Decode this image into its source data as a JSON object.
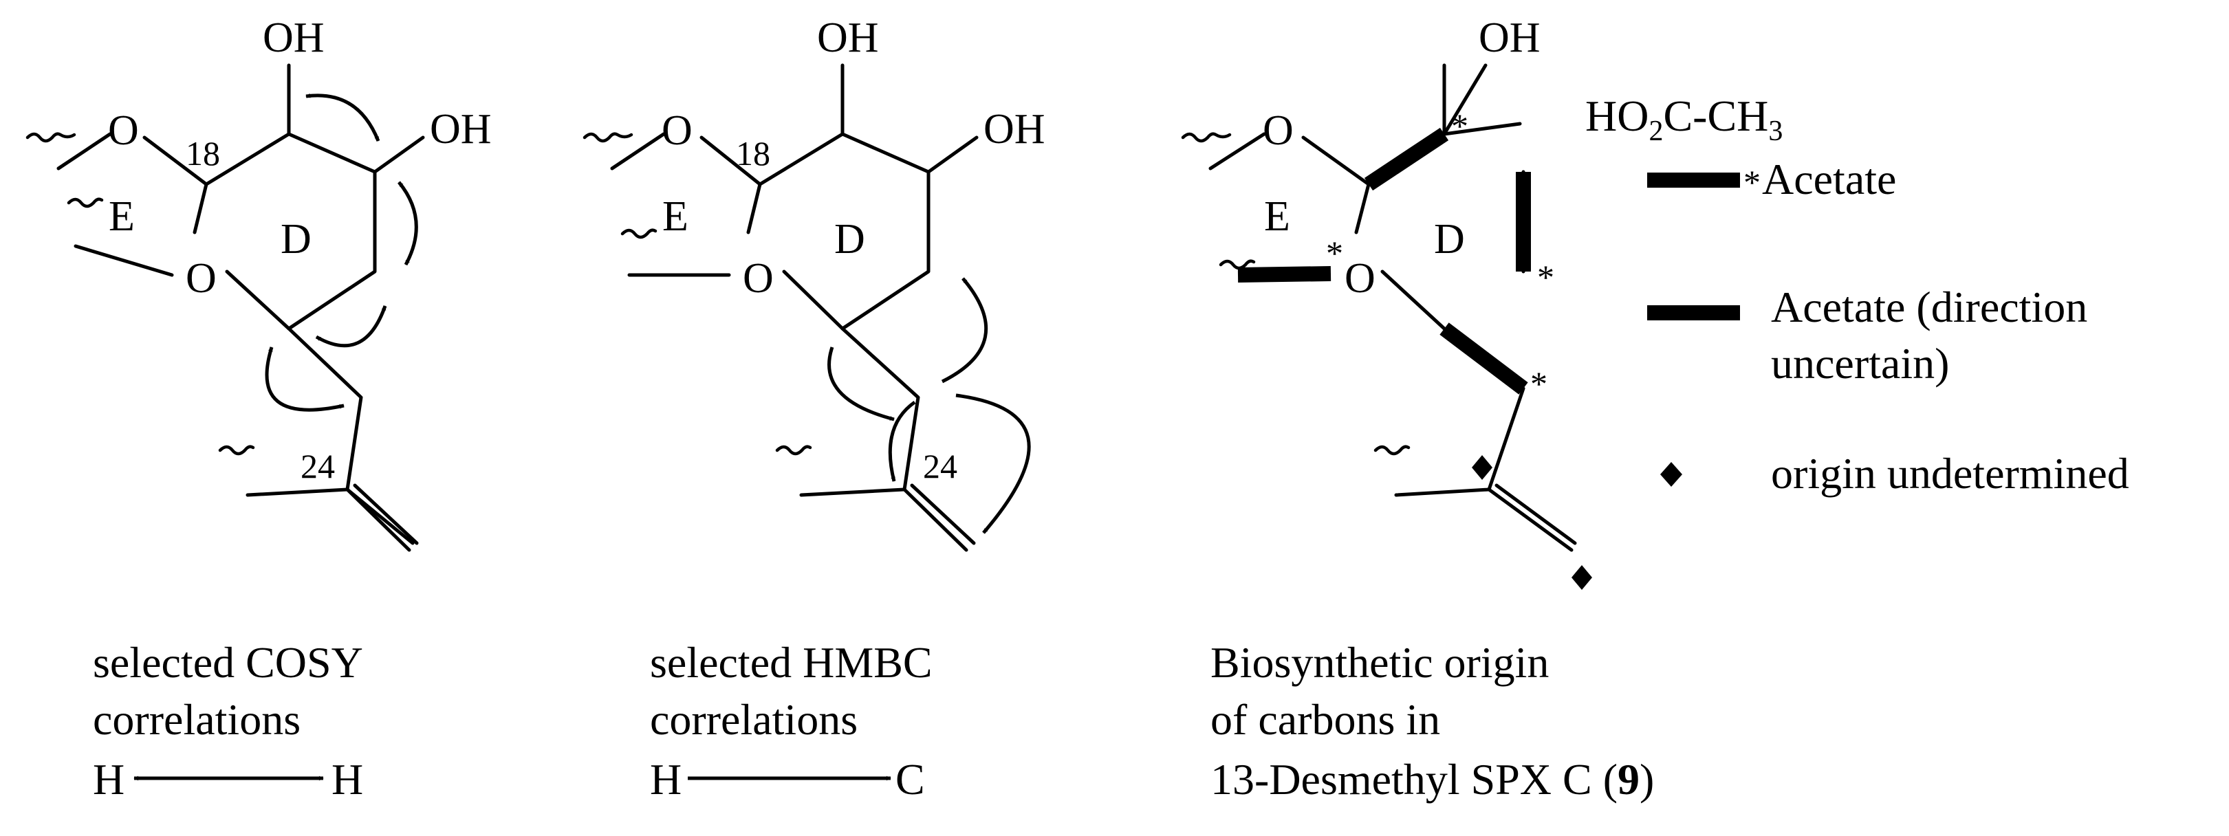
{
  "colors": {
    "ink": "#000000",
    "background": "#ffffff"
  },
  "atoms": {
    "oxygen": "O",
    "hydroxyl": "OH",
    "hydrogen": "H",
    "carbon": "C",
    "star": "*"
  },
  "rings": {
    "e": "E",
    "d": "D"
  },
  "positions": {
    "c18": "18",
    "c24": "24"
  },
  "panels": {
    "cosy": {
      "caption_line1": "selected COSY",
      "caption_line2": "correlations"
    },
    "hmbc": {
      "caption_line1": "selected HMBC",
      "caption_line2": "correlations"
    },
    "biosynthesis": {
      "caption_line1": "Biosynthetic origin",
      "caption_line2": "of carbons in",
      "caption_line3_text": "13-Desmethyl SPX C (",
      "caption_line3_number": "9",
      "caption_line3_close": ")"
    }
  },
  "legend": {
    "reagent_prefix": "HO",
    "reagent_sub1": "2",
    "reagent_middle": "C-CH",
    "reagent_sub2": "3",
    "acetate_label": "Acetate",
    "acetate_uncertain_line1": "Acetate (direction",
    "acetate_uncertain_line2": "uncertain)",
    "undetermined_label": "origin undetermined"
  }
}
